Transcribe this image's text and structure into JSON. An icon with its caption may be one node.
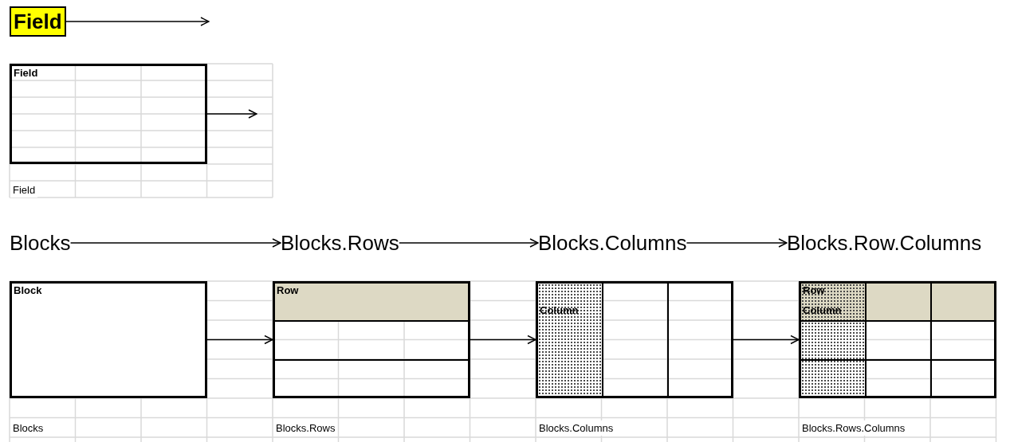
{
  "diagram": {
    "nodes": [
      {
        "text": [
          "Field"
        ]
      },
      {
        "text": [
          "Field"
        ]
      },
      {
        "text": [
          "Blocks"
        ]
      },
      {
        "text": [
          "Blocks.Rows"
        ]
      },
      {
        "text": [
          "Blocks.Columns"
        ]
      },
      {
        "text": [
          "Blocks.Row.Columns"
        ]
      },
      {
        "text": [
          "Block"
        ]
      },
      {
        "text": [
          "Row"
        ]
      },
      {
        "text": [
          "Column"
        ]
      },
      {
        "text": [
          "Row",
          "Column"
        ]
      }
    ],
    "edges": [
      {
        "from": 0,
        "to": null,
        "arrow": "to"
      },
      {
        "from": 1,
        "to": null,
        "arrow": "to"
      },
      {
        "from": 2,
        "to": 3,
        "arrow": "to"
      },
      {
        "from": 3,
        "to": 4,
        "arrow": "to"
      },
      {
        "from": 4,
        "to": 5,
        "arrow": "to"
      },
      {
        "from": 6,
        "to": 7,
        "arrow": "to"
      },
      {
        "from": 7,
        "to": 8,
        "arrow": "to"
      },
      {
        "from": 8,
        "to": 9,
        "arrow": "to"
      }
    ],
    "labels": [
      "Field",
      "Blocks",
      "Blocks.Rows",
      "Blocks.Columns",
      "Blocks.Rows.Columns"
    ]
  }
}
